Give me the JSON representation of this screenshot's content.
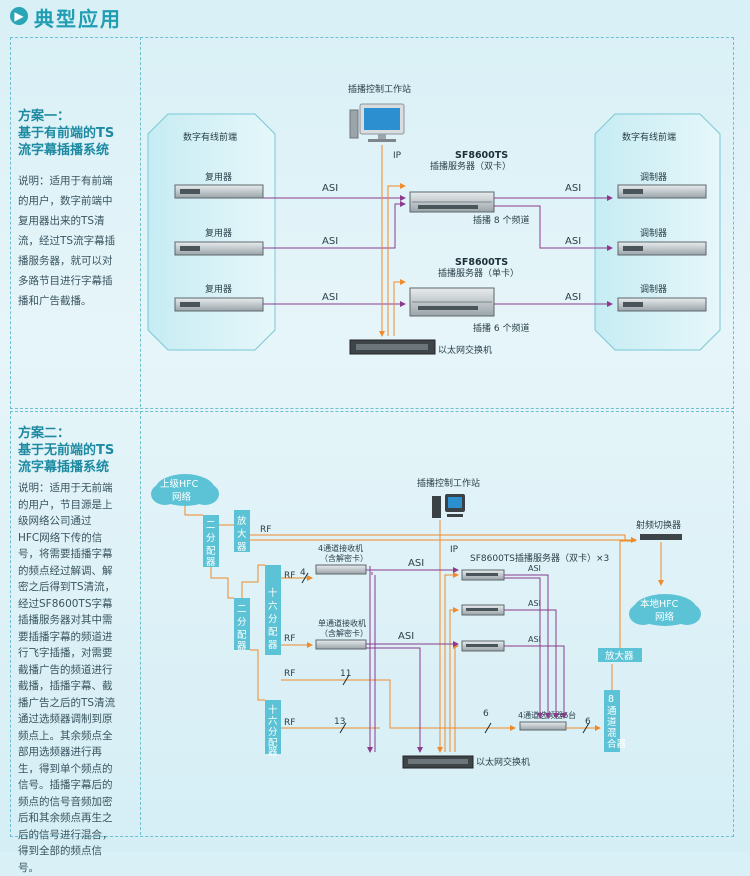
{
  "header": {
    "icon": "chevron-right-icon",
    "title": "典型应用"
  },
  "scheme1": {
    "title_line1": "方案一：",
    "title_line2": "基于有前端的TS",
    "title_line3": "流字幕插播系统",
    "desc_lines": [
      "说明：适用于有前端",
      "的用户，数字前端中",
      "复用器出来的TS清",
      "流，经过TS流字幕插",
      "播服务器，就可以对",
      "多路节目进行字幕插",
      "播和广告截播。"
    ],
    "left_group": "数字有线前端",
    "right_group": "数字有线前端",
    "workstation": "插播控制工作站",
    "ip": "IP",
    "mux": [
      "复用器",
      "复用器",
      "复用器"
    ],
    "modulators": [
      "调制器",
      "调制器",
      "调制器"
    ],
    "asi": "ASI",
    "server1_name": "SF8600TS",
    "server1_desc": "插播服务器（双卡）",
    "server1_ch": "插播  8 个频道",
    "server2_name": "SF8600TS",
    "server2_desc": "插播服务器（单卡）",
    "server2_ch": "插播  6 个频道",
    "switch": "以太网交换机"
  },
  "scheme2": {
    "title_line1": "方案二：",
    "title_line2": "基于无前端的TS",
    "title_line3": "流字幕插播系统",
    "desc_lines": [
      "说明：适用于无前端",
      "的用户，节目源是上",
      "级网络公司通过",
      "HFC网络下传的信",
      "号，将需要插播字幕",
      "的频点经过解调、解",
      "密之后得到TS清流，",
      "经过SF8600TS字幕",
      "插播服务器对其中需",
      "要插播字幕的频道进",
      "行飞字插播，对需要",
      "截播广告的频道进行",
      "截播，插播字幕、截",
      "播广告之后的TS清流",
      "通过选频器调制到原",
      "频点上。其余频点全",
      "部用选频器进行再",
      "生，得到单个频点的",
      "信号。插播字幕后的",
      "频点的信号音频加密",
      "后和其余频点再生之",
      "后的信号进行混合，",
      "得到全部的频点信",
      "号。"
    ],
    "upper_hfc": "上级HFC网络",
    "local_hfc": "本地HFC网络",
    "workstation": "插播控制工作站",
    "splitter2a": "二分配器",
    "splitter2b": "二分配器",
    "amp_v": "放大器",
    "amp_h": "放大器",
    "split16a": "十六分配器",
    "split16b": "十六分配器",
    "rf": "RF",
    "n4": "4",
    "n11": "11",
    "n13": "13",
    "n6a": "6",
    "n6b": "6",
    "ip": "IP",
    "asi": "ASI",
    "rx4_line1": "4通道接收机",
    "rx4_line2": "（含解密卡）",
    "rx1_line1": "单通道接收机",
    "rx1_line2": "（含解密卡）",
    "servers_label": "SF8600TS插播服务器（双卡）×3",
    "rf_switch": "射频切换器",
    "selector": "4通道选频器6台",
    "mixer": "8通道混合器",
    "switch": "以太网交换机"
  },
  "colors": {
    "accent": "#1f9db2",
    "asi_line": "#8c3a8e",
    "ip_line": "#f08a2a",
    "label_box": "#5cc3d6",
    "dashed_border": "#6cbfcf"
  }
}
